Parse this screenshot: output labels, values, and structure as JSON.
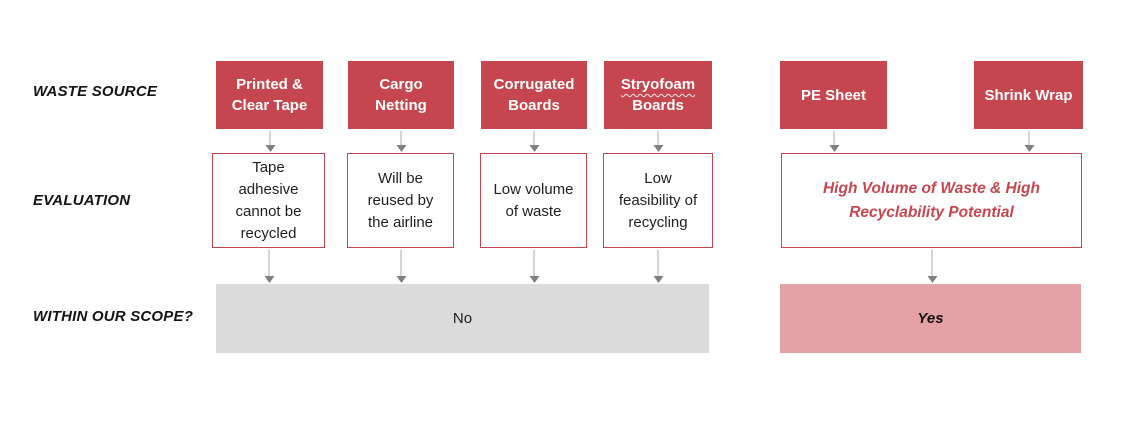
{
  "palette": {
    "box_red": "#C5464E",
    "scope_yes_pink": "#E5A1A6",
    "scope_no_gray": "#DBDBDB",
    "arrow_shaft_gray": "#A8A8A8",
    "arrow_head_gray": "#7F7F7F",
    "text_black": "#141414",
    "background": "#FFFFFF"
  },
  "row_labels": {
    "waste_source": "WASTE SOURCE",
    "evaluation": "EVALUATION",
    "scope": "WITHIN OUR SCOPE?"
  },
  "waste_sources": {
    "printed_clear_tape": "Printed &\nClear Tape",
    "cargo_netting": "Cargo\nNetting",
    "corrugated_boards": "Corrugated\nBoards",
    "styrofoam_word": "Stryofoam",
    "styrofoam_rest": "Boards",
    "pe_sheet": "PE Sheet",
    "shrink_wrap": "Shrink Wrap"
  },
  "evaluations": {
    "tape": "Tape\nadhesive\ncannot be\nrecycled",
    "cargo": "Will be\nreused by\nthe airline",
    "corrugated": "Low volume\nof waste",
    "styrofoam": "Low\nfeasibility of\nrecycling",
    "pe_shrink": "High Volume of Waste & High\nRecyclability Potential"
  },
  "scope_answers": {
    "no": "No",
    "yes": "Yes"
  }
}
